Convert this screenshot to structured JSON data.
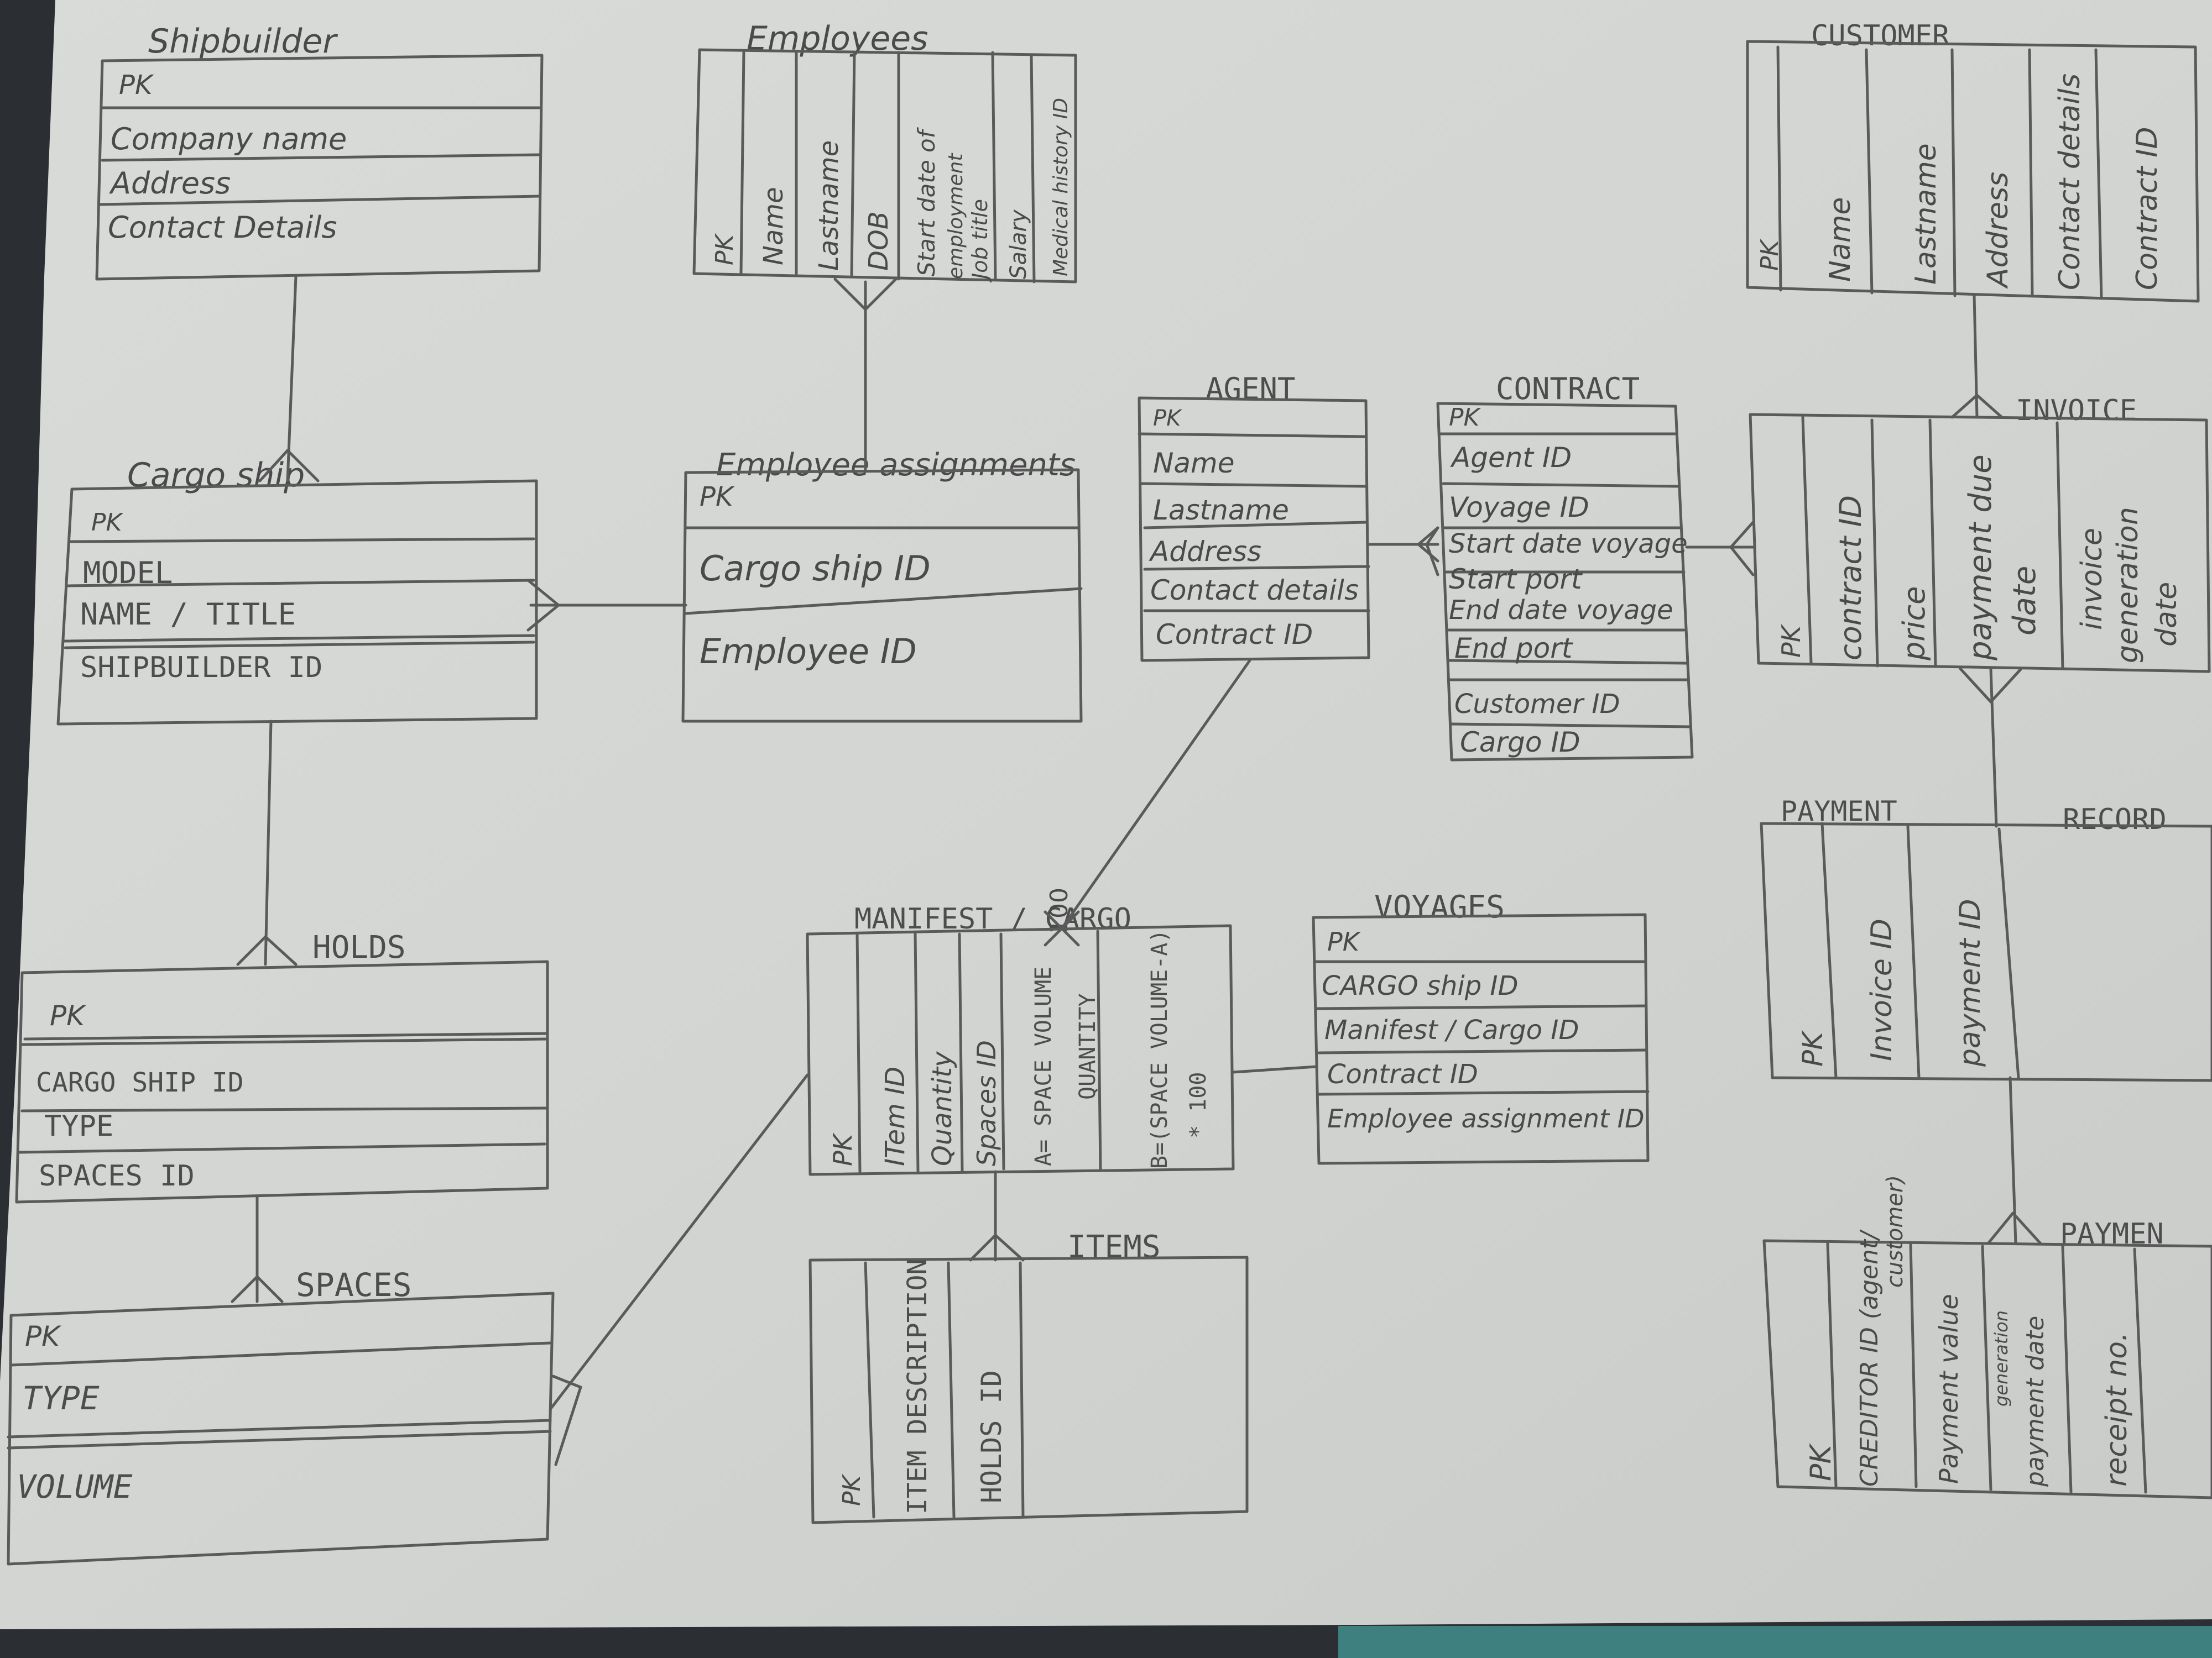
{
  "entities": {
    "shipbuilder": {
      "title": "Shipbuilder",
      "attrs": [
        "PK",
        "Company name",
        "Address",
        "Contact Details"
      ]
    },
    "employees": {
      "title": "Employees",
      "attrs": [
        "PK",
        "Name",
        "Lastname",
        "DOB",
        "Start date of",
        "employment",
        "Job title",
        "Salary",
        "Medical history ID"
      ]
    },
    "customer": {
      "title": "CUSTOMER",
      "attrs": [
        "PK",
        "Name",
        "Lastname",
        "Address",
        "Contact details",
        "Contract ID"
      ]
    },
    "cargo_ship": {
      "title": "Cargo ship",
      "attrs": [
        "PK",
        "MODEL",
        "NAME / TITLE",
        "SHIPBUILDER ID"
      ]
    },
    "employee_assignments": {
      "title": "Employee assignments",
      "attrs": [
        "PK",
        "Cargo ship ID",
        "Employee ID"
      ]
    },
    "agent": {
      "title": "AGENT",
      "attrs": [
        "PK",
        "Name",
        "Lastname",
        "Address",
        "Contact details",
        "Contract ID"
      ]
    },
    "contract": {
      "title": "CONTRACT",
      "attrs": [
        "PK",
        "Agent ID",
        "Voyage ID",
        "Start date voyage",
        "Start port",
        "End date voyage",
        "End port",
        "Customer ID",
        "Cargo ID"
      ]
    },
    "invoice": {
      "title": "INVOICE",
      "attrs": [
        "PK",
        "contract ID",
        "price",
        "payment due",
        "date",
        "invoice",
        "generation",
        "date"
      ]
    },
    "holds": {
      "title": "HOLDS",
      "attrs": [
        "PK",
        "CARGO SHIP ID",
        "TYPE",
        "SPACES ID"
      ]
    },
    "manifest_cargo": {
      "title": "MANIFEST / CARGO",
      "attrs": [
        "PK",
        "ITem ID",
        "Quantity",
        "Spaces ID",
        "A= SPACE VOLUME",
        "QUANTITY",
        "B=(SPACE VOLUME-A)",
        "* 100"
      ],
      "note": "100"
    },
    "voyages": {
      "title": "VOYAGES",
      "attrs": [
        "PK",
        "CARGO ship ID",
        "Manifest / Cargo ID",
        "Contract ID",
        "Employee assignment ID"
      ]
    },
    "payment_record": {
      "title": "PAYMENT",
      "title2": "RECORD",
      "attrs": [
        "PK",
        "Invoice ID",
        "payment ID"
      ]
    },
    "spaces": {
      "title": "SPACES",
      "attrs": [
        "PK",
        "TYPE",
        "VOLUME"
      ]
    },
    "items": {
      "title": "ITEMS",
      "attrs": [
        "PK",
        "ITEM DESCRIPTION",
        "HOLDS ID"
      ]
    },
    "payment": {
      "title": "PAYMEN",
      "attrs": [
        "PK",
        "CREDITOR ID (agent/",
        "customer)",
        "Payment value",
        "generation",
        "payment date",
        "receipt no."
      ]
    }
  }
}
